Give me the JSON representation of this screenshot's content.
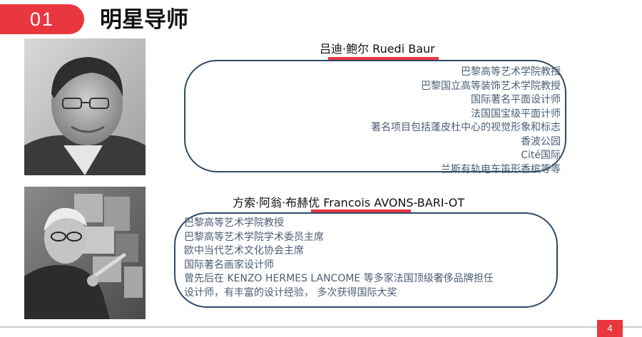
{
  "header": {
    "number": "01",
    "title": "明星导师"
  },
  "mentors": [
    {
      "name": "吕迪·鲍尔 Ruedi Baur",
      "lines": [
        "巴黎高等艺术学院教授",
        "巴黎国立高等装饰艺术学院教授",
        "国际著名平面设计师",
        "法国国宝级平面计师",
        "著名项目包括蓬皮杜中心的视觉形象和标志",
        "香波公园",
        "Cité国际",
        "兰斯有轨电车笛形香槟等等"
      ]
    },
    {
      "name": "方索·阿翁·布赫优 Francois  AVONS-BARI-OT",
      "lines": [
        "巴黎高等艺术学院教授",
        "巴黎高等艺术学院学术委员主席",
        "欧中当代艺术文化协会主席",
        "国际著名画家设计师",
        "曾先后在 KENZO HERMES LANCOME 等多家法国顶级奢侈品牌担任",
        "设计师，有丰富的设计经验， 多次获得国际大奖"
      ]
    }
  ],
  "footer": {
    "page_number": "4"
  },
  "colors": {
    "accent": "#e8373f",
    "frame": "#2f4a66",
    "body_text": "#4b5d74"
  }
}
